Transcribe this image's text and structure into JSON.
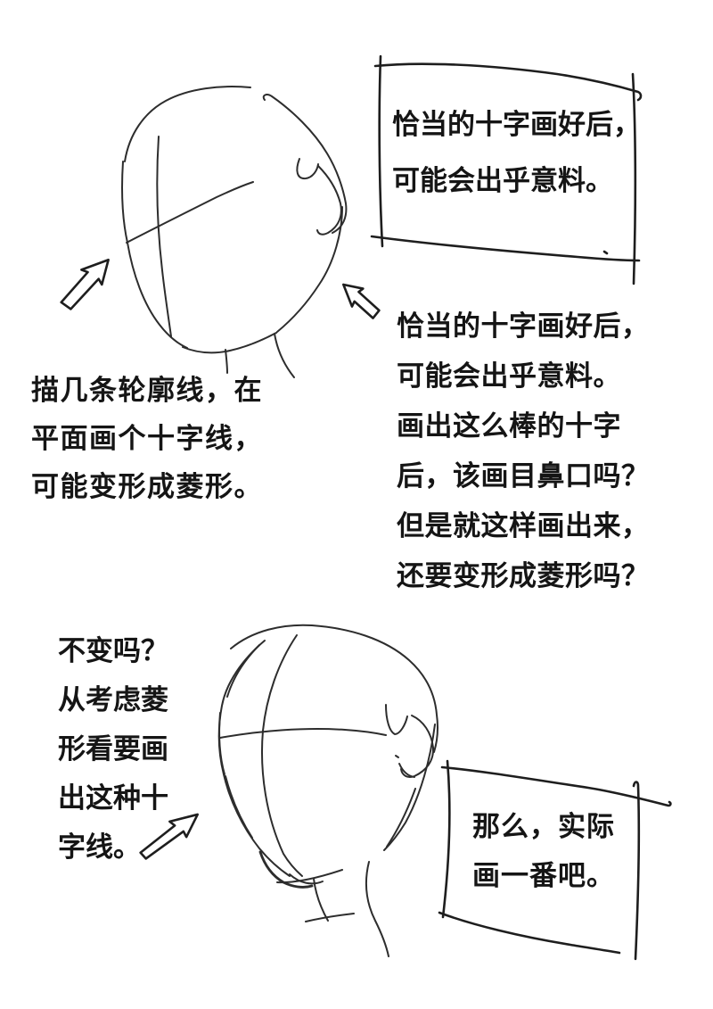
{
  "colors": {
    "background": "#ffffff",
    "sketch_ink": "#2d2d2d",
    "frame_ink": "#1e1e1e",
    "text": "#151515"
  },
  "panel_top_right": {
    "lines": [
      "恰当的十字画好后，",
      "可能会出乎意料。"
    ]
  },
  "caption_left_middle": {
    "lines": [
      "描几条轮廓线，在",
      "平面画个十字线，",
      "可能变形成菱形。"
    ]
  },
  "caption_right_middle": {
    "lines": [
      "恰当的十字画好后，",
      "可能会出乎意料。",
      "画出这么棒的十字",
      "后，该画目鼻口吗？",
      "但是就这样画出来，",
      "还要变形成菱形吗？"
    ]
  },
  "caption_bottom_left": {
    "lines": [
      "不变吗？",
      "从考虑菱",
      "形看要画",
      "出这种十",
      "字线。"
    ]
  },
  "panel_bottom_right": {
    "lines": [
      "那么，实际",
      "画一番吧。"
    ]
  },
  "figures": {
    "head_top": "three-quarter head sketch with cross guide lines",
    "head_bottom": "large three-quarter head sketch with cross guide lines",
    "arrow_left": "hollow arrow pointing up-right",
    "arrow_mid": "hollow arrow pointing up-left",
    "arrow_bottom": "hollow arrow pointing up-right"
  }
}
